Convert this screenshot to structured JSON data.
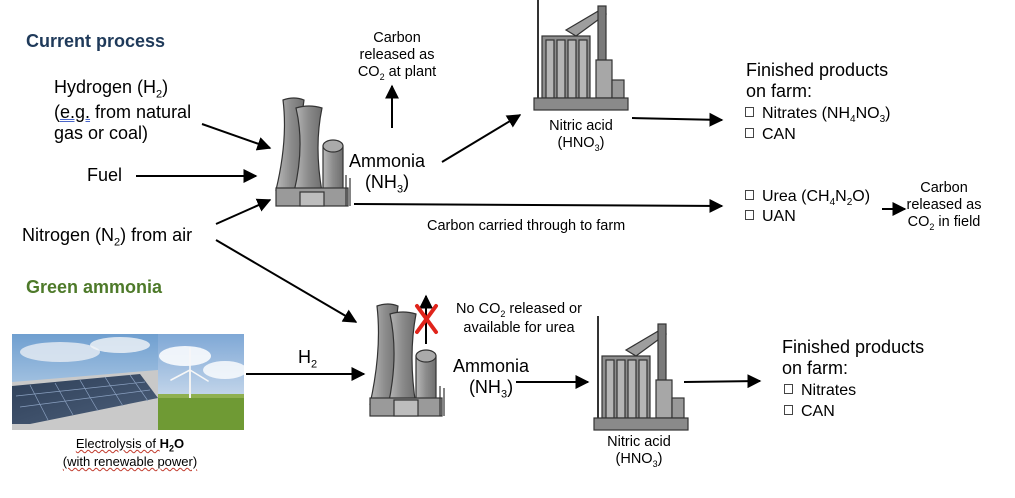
{
  "current": {
    "title": "Current process",
    "hydrogen": {
      "l1a": "Hydrogen (H",
      "l1sub": "2",
      "l1b": ")",
      "l2a": "(",
      "l2u": "e.g.",
      "l2b": " from natural",
      "l3": "gas or coal)"
    },
    "fuel": "Fuel",
    "nitrogen": {
      "a": "Nitrogen (N",
      "sub": "2",
      "b": ") from air"
    },
    "carbon_plant": {
      "l1": "Carbon",
      "l2": "released as",
      "l3a": "CO",
      "l3sub": "2",
      "l3b": " at plant"
    },
    "ammonia": {
      "l1": "Ammonia",
      "l2a": "(NH",
      "l2sub": "3",
      "l2b": ")"
    },
    "nitric": {
      "l1": "Nitric acid",
      "l2a": "(HNO",
      "l2sub": "3",
      "l2b": ")"
    },
    "finished": {
      "l1": "Finished products",
      "l2": "on farm:",
      "item1a": "Nitrates (NH",
      "item1sub1": "4",
      "item1b": "NO",
      "item1sub2": "3",
      "item1c": ")",
      "item2": "CAN"
    },
    "urea": {
      "item1a": "Urea (CH",
      "item1sub1": "4",
      "item1b": "N",
      "item1sub2": "2",
      "item1c": "O)",
      "item2": "UAN"
    },
    "carbon_field": {
      "l1": "Carbon",
      "l2": "released as",
      "l3a": "CO",
      "l3sub": "2",
      "l3b": " in field"
    },
    "carried": "Carbon carried through to farm"
  },
  "green": {
    "title": "Green ammonia",
    "h2": {
      "a": "H",
      "sub": "2"
    },
    "noco2": {
      "l1a": "No CO",
      "l1sub": "2",
      "l1b": " released or",
      "l2": "available for urea"
    },
    "ammonia": {
      "l1": "Ammonia",
      "l2a": "(NH",
      "l2sub": "3",
      "l2b": ")"
    },
    "nitric": {
      "l1": "Nitric acid",
      "l2a": "(HNO",
      "l2sub": "3",
      "l2b": ")"
    },
    "finished": {
      "l1": "Finished products",
      "l2": "on farm:",
      "item1": "Nitrates",
      "item2": "CAN"
    },
    "electrolysis": {
      "l1a": "Electrolysis of ",
      "l1b": "H",
      "l1sub": "2",
      "l1c": "O",
      "l2": "(with renewable power)"
    }
  },
  "colors": {
    "current_title": "#1f3a5a",
    "green_title": "#4e7a2a",
    "cross": "#e0241b"
  }
}
